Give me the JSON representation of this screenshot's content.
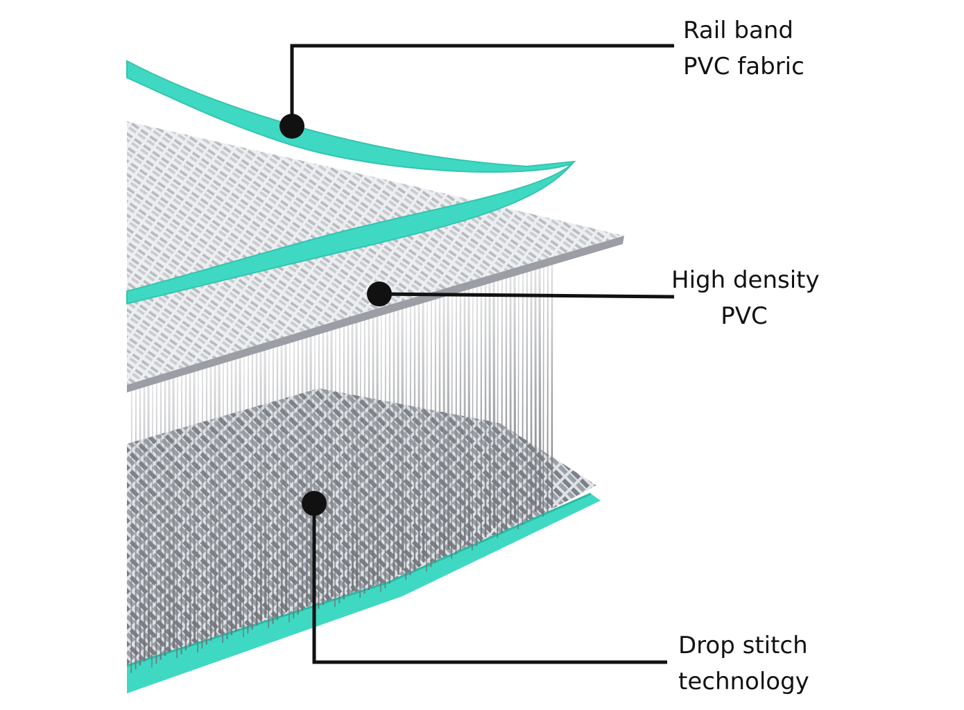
{
  "diagram": {
    "callouts": [
      {
        "id": "rail-band",
        "lines": [
          "Rail band",
          "PVC fabric"
        ]
      },
      {
        "id": "high-density",
        "lines": [
          "High density",
          "PVC"
        ]
      },
      {
        "id": "drop-stitch",
        "lines": [
          "Drop stitch",
          "technology"
        ]
      }
    ],
    "colors": {
      "accent_teal": "#3fd9c3",
      "panel_gray": "#c9cbcf",
      "thread_gray": "#9a9da3",
      "leader": "#111111"
    }
  }
}
